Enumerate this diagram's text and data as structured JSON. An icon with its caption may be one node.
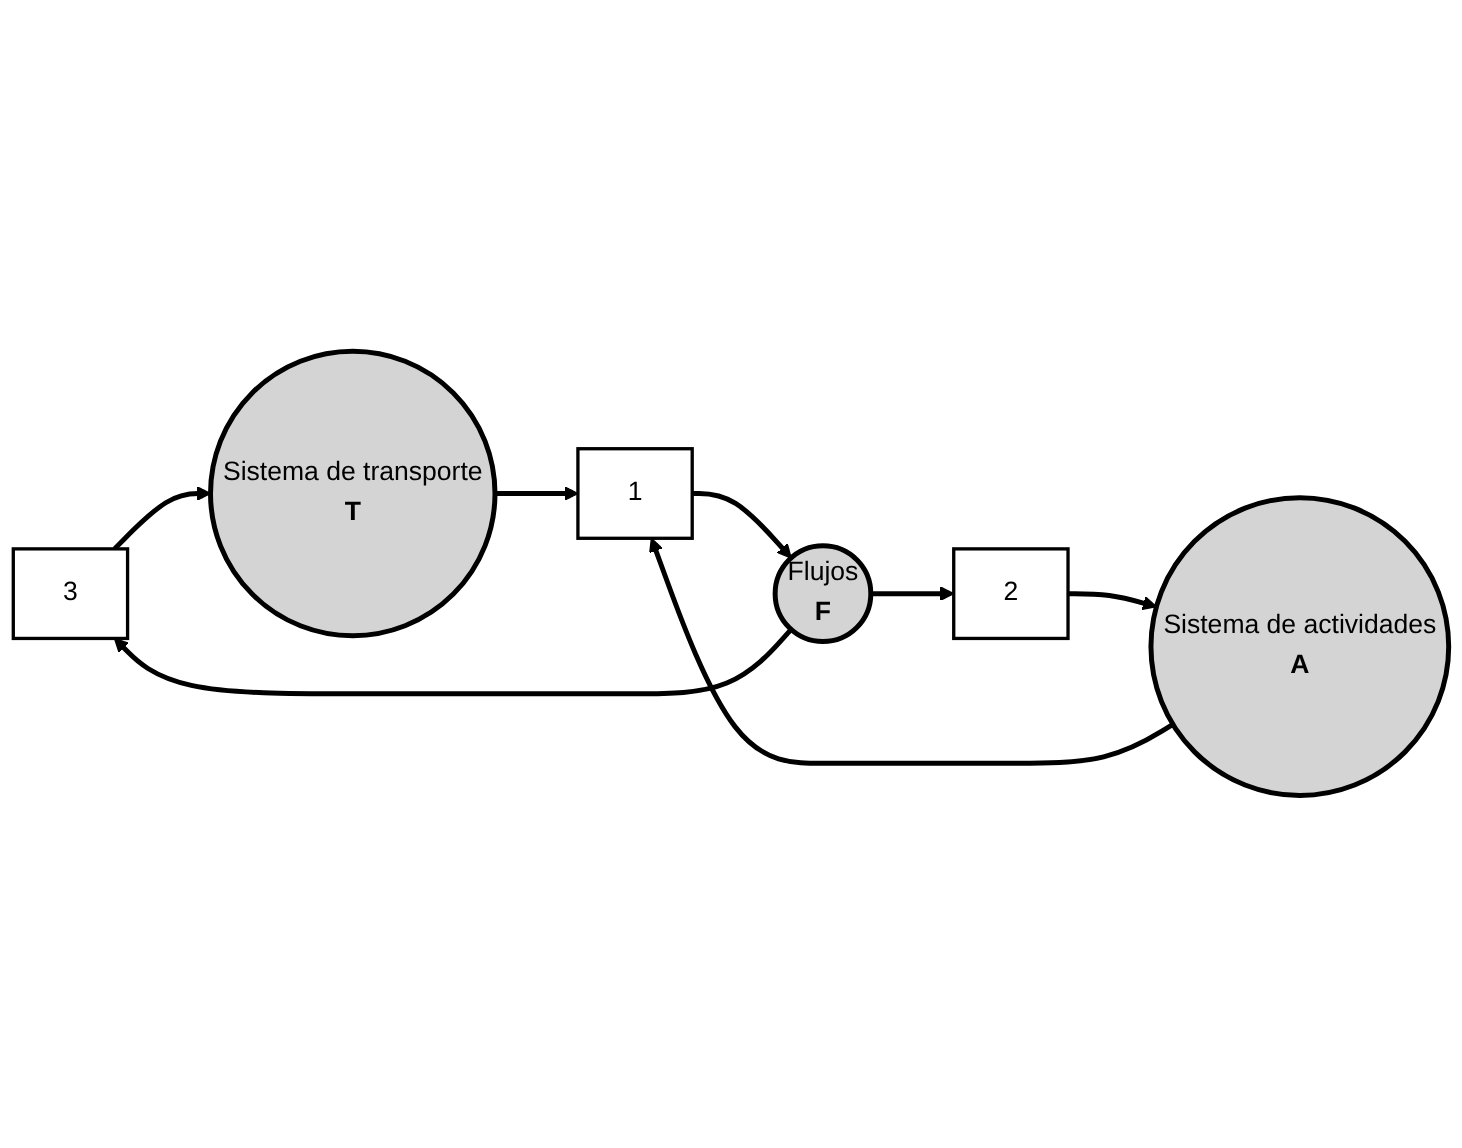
{
  "diagram": {
    "nodes": [
      {
        "text": [
          "3"
        ]
      },
      {
        "text": [
          "Sistema de transporte",
          "T"
        ]
      },
      {
        "text": [
          "1"
        ]
      },
      {
        "text": [
          "Flujos",
          "F"
        ]
      },
      {
        "text": [
          "Sistema de actividades",
          "A"
        ]
      },
      {
        "text": [
          "2"
        ]
      }
    ],
    "edges": [
      {
        "from": 1,
        "to": 2,
        "arrow": "to"
      },
      {
        "from": 4,
        "to": 2,
        "arrow": "to"
      },
      {
        "from": 2,
        "to": 3,
        "arrow": "to"
      },
      {
        "from": 3,
        "to": 0,
        "arrow": "to"
      },
      {
        "from": 0,
        "to": 1,
        "arrow": "to"
      },
      {
        "from": 3,
        "to": 5,
        "arrow": "to"
      },
      {
        "from": 5,
        "to": 4,
        "arrow": "to"
      }
    ]
  }
}
